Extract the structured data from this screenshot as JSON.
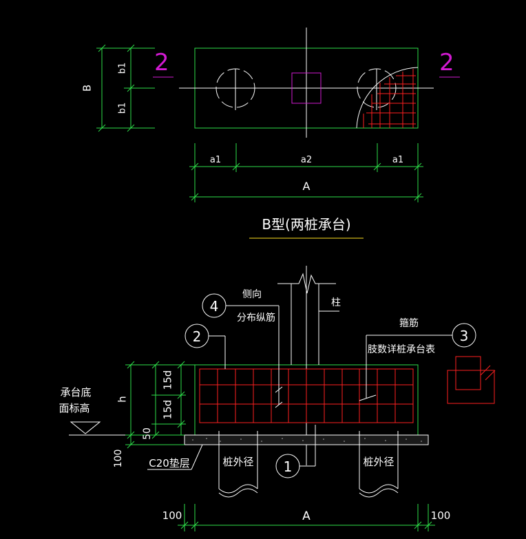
{
  "plan": {
    "dim_B": "B",
    "dim_b1_top": "b1",
    "dim_b1_bottom": "b1",
    "dim_a1_left": "a1",
    "dim_a2": "a2",
    "dim_a1_right": "a1",
    "dim_A": "A",
    "section_left": "2",
    "section_right": "2",
    "title": "B型(两桩承台)"
  },
  "section": {
    "callout_4": "4",
    "label_side_1": "侧向",
    "label_side_2": "分布纵筋",
    "label_column": "柱",
    "callout_2": "2",
    "label_stirrup_1": "箍筋",
    "label_stirrup_2": "肢数详桩承台表",
    "callout_3": "3",
    "label_elev_1": "承台底",
    "label_elev_2": "面标高",
    "dim_h": "h",
    "dim_15d_top": "15d",
    "dim_15d_bottom": "15d",
    "dim_50": "50",
    "dim_100_left": "100",
    "label_c20": "C20垫层",
    "label_pile_left": "桩外径",
    "callout_1": "1",
    "label_pile_right": "桩外径",
    "dim_100_bottom_left": "100",
    "dim_A_bottom": "A",
    "dim_100_bottom_right": "100"
  },
  "colors": {
    "background": "#000000",
    "outline": "#2ee04a",
    "text": "#ffffff",
    "rebar": "#ff2020",
    "column": "#d21ad2",
    "title_underline": "#ffe020"
  }
}
